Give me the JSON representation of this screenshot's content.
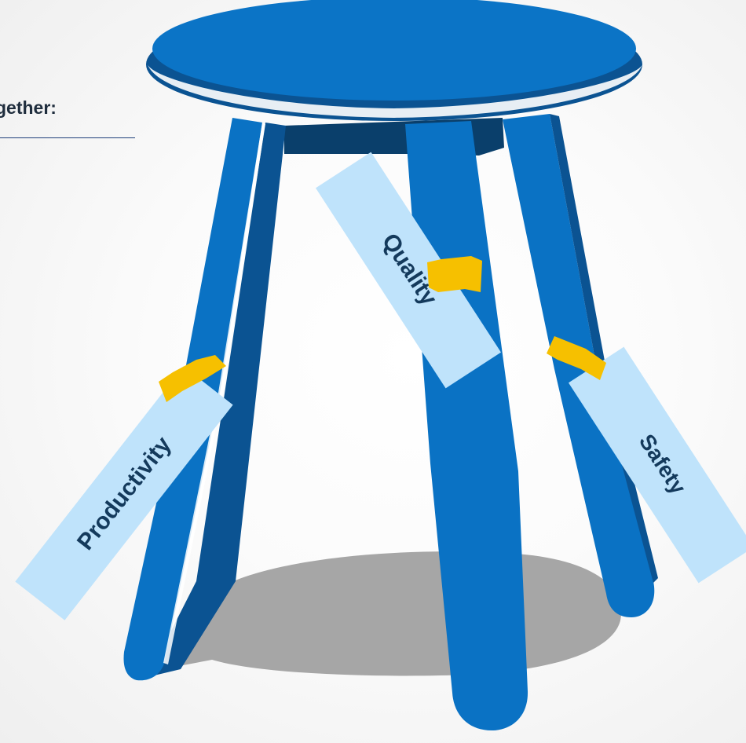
{
  "heading": {
    "text": "gether:"
  },
  "stool": {
    "colors": {
      "leg": "#0a72c4",
      "leg_dark": "#0b5392",
      "seat": "#0b74c6",
      "apron": "#0a3f6b",
      "shadow": "#a6a6a6",
      "tag": "#bfe3fb",
      "tape": "#f6c000",
      "label_text": "#143a5c"
    },
    "tags": [
      {
        "label": "Productivity"
      },
      {
        "label": "Quality"
      },
      {
        "label": "Safety"
      }
    ]
  }
}
